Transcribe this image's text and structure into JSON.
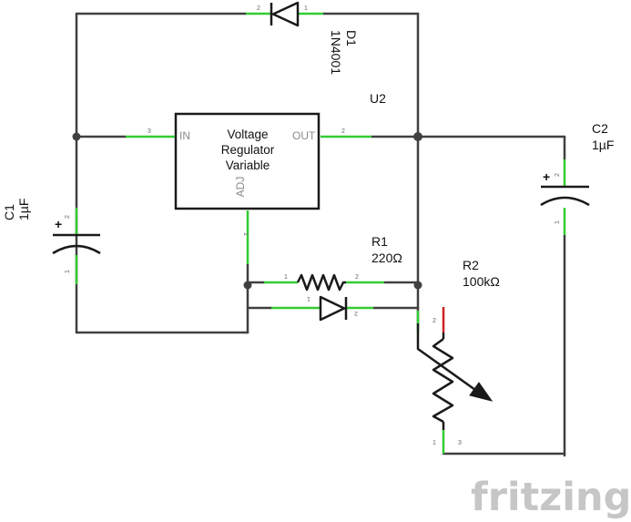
{
  "title": "",
  "logo": "fritzing",
  "colors": {
    "wire": "#404040",
    "pin": "#33cc33",
    "pin_active": "#cc2222",
    "logo": "#c6c6c6"
  },
  "regulator": {
    "ref": "U2",
    "line1": "Voltage",
    "line2": "Regulator",
    "line3": "Variable",
    "pin_in": "IN",
    "pin_out": "OUT",
    "pin_adj": "ADJ",
    "pin_in_num": "3",
    "pin_out_num": "2",
    "pin_adj_num": "1"
  },
  "d1": {
    "ref": "D1",
    "value": "1N4001",
    "pin_a": "2",
    "pin_b": "1"
  },
  "c1": {
    "ref": "C1",
    "value": "1µF",
    "plus": "+",
    "pin_top": "2",
    "pin_bottom": "1"
  },
  "c2": {
    "ref": "C2",
    "value": "1µF",
    "plus": "+",
    "pin_top": "2",
    "pin_bottom": "1"
  },
  "r1": {
    "ref": "R1",
    "value": "220Ω",
    "pin_left": "1",
    "pin_right": "2"
  },
  "d2": {
    "pin_a": "1",
    "pin_b": "2"
  },
  "r2": {
    "ref": "R2",
    "value": "100kΩ",
    "pin_top": "2",
    "pin_bottom": "1",
    "pin_wiper": "3"
  }
}
